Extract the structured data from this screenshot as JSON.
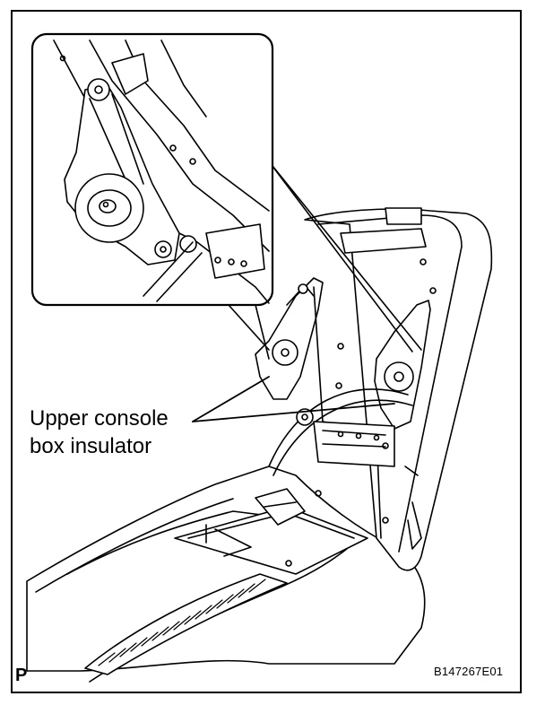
{
  "callout": {
    "line1": "Upper console",
    "line2": "box insulator"
  },
  "corner_mark": "P",
  "figure_code": "B147267E01",
  "colors": {
    "ink": "#000000",
    "paper": "#ffffff"
  }
}
